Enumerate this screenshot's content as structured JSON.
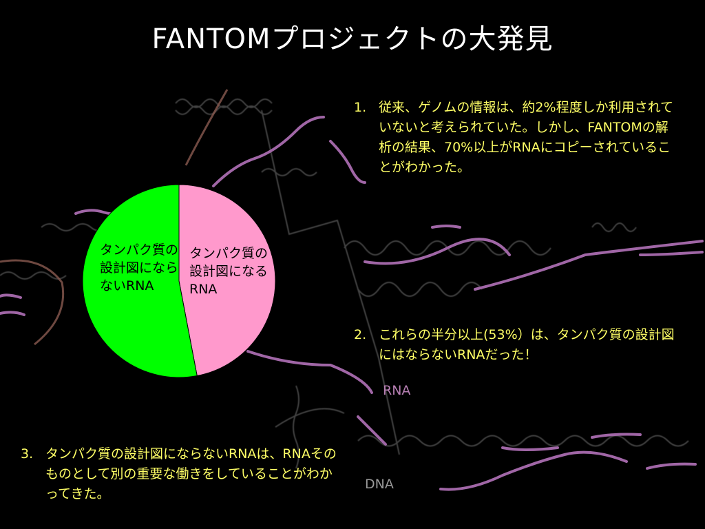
{
  "slide": {
    "title": "FANTOMプロジェクトの大発見"
  },
  "points": [
    {
      "num": "1.",
      "text": "従来、ゲノムの情報は、約2%程度しか利用されていないと考えられていた。しかし、FANTOMの解析の結果、70%以上がRNAにコピーされていることがわかった。"
    },
    {
      "num": "2.",
      "text": "これらの半分以上(53%）は、タンパク質の設計図にはならないRNAだった！"
    },
    {
      "num": "3.",
      "text": "タンパク質の設計図にならないRNAは、RNAそのものとして別の重要な働きをしていることがわかってきた。"
    }
  ],
  "labels": {
    "rna": "RNA",
    "dna": "DNA"
  },
  "pie": {
    "slices": [
      {
        "label": "タンパク質の設計図にならないRNA",
        "value": 53,
        "color": "#00ff00"
      },
      {
        "label": "タンパク質の設計図になるRNA",
        "value": 47,
        "color": "#ff99cc"
      }
    ]
  },
  "colors": {
    "background": "#000000",
    "title": "#ffffff",
    "text": "#ffff66",
    "rna_strand": "#a066a6",
    "dna_helix": "#9a9a9a"
  }
}
